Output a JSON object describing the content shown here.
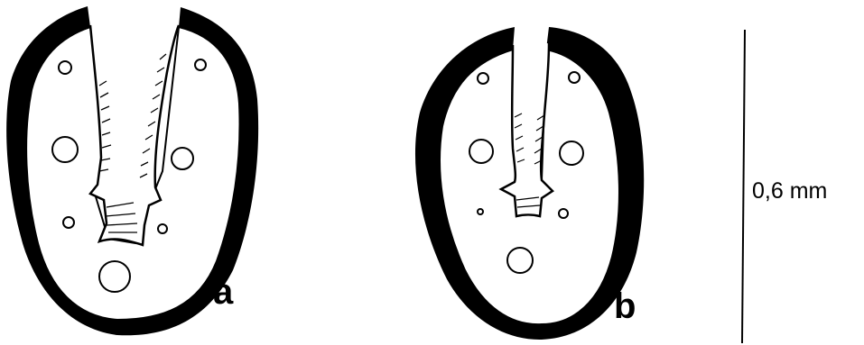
{
  "figure": {
    "panel_a_label": "a",
    "panel_b_label": "b",
    "scale_bar_label": "0,6 mm"
  },
  "colors": {
    "ink": "#000000",
    "paper": "#ffffff"
  }
}
